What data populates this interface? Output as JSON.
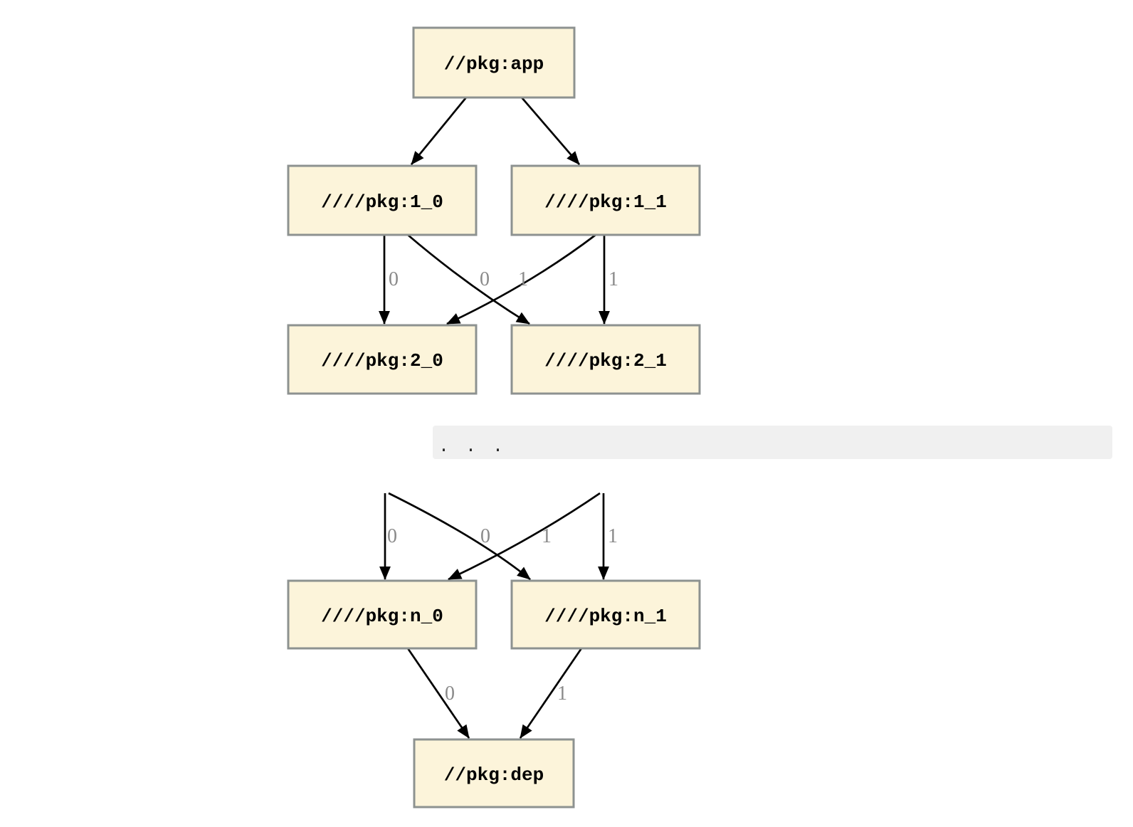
{
  "figure": {
    "type": "dependency-graph",
    "description": "Build dependency graph of //pkg:app fanning out through layered ////pkg targets down to //pkg:dep",
    "colors": {
      "background": "#ffffff",
      "node_fill": "#fcf4da",
      "node_border": "#8d9290",
      "edge": "#000000",
      "edge_label": "#8a8a8a",
      "ellipsis_bar_bg": "#f0f0f0",
      "ellipsis_text": "#262626"
    },
    "nodes": {
      "app": "//pkg:app",
      "1_0": "////pkg:1_0",
      "1_1": "////pkg:1_1",
      "2_0": "////pkg:2_0",
      "2_1": "////pkg:2_1",
      "n_0": "////pkg:n_0",
      "n_1": "////pkg:n_1",
      "dep": "//pkg:dep"
    },
    "ellipsis": ". . .",
    "edge_labels": {
      "layer1_to_layer2": {
        "left_straight": "0",
        "cross_into_left": "0",
        "cross_into_right": "1",
        "right_straight": "1"
      },
      "ellipsis_to_layer_n": {
        "left_straight": "0",
        "cross_into_left": "0",
        "cross_into_right": "1",
        "right_straight": "1"
      },
      "layer_n_to_dep": {
        "from_n_0": "0",
        "from_n_1": "1"
      }
    }
  }
}
